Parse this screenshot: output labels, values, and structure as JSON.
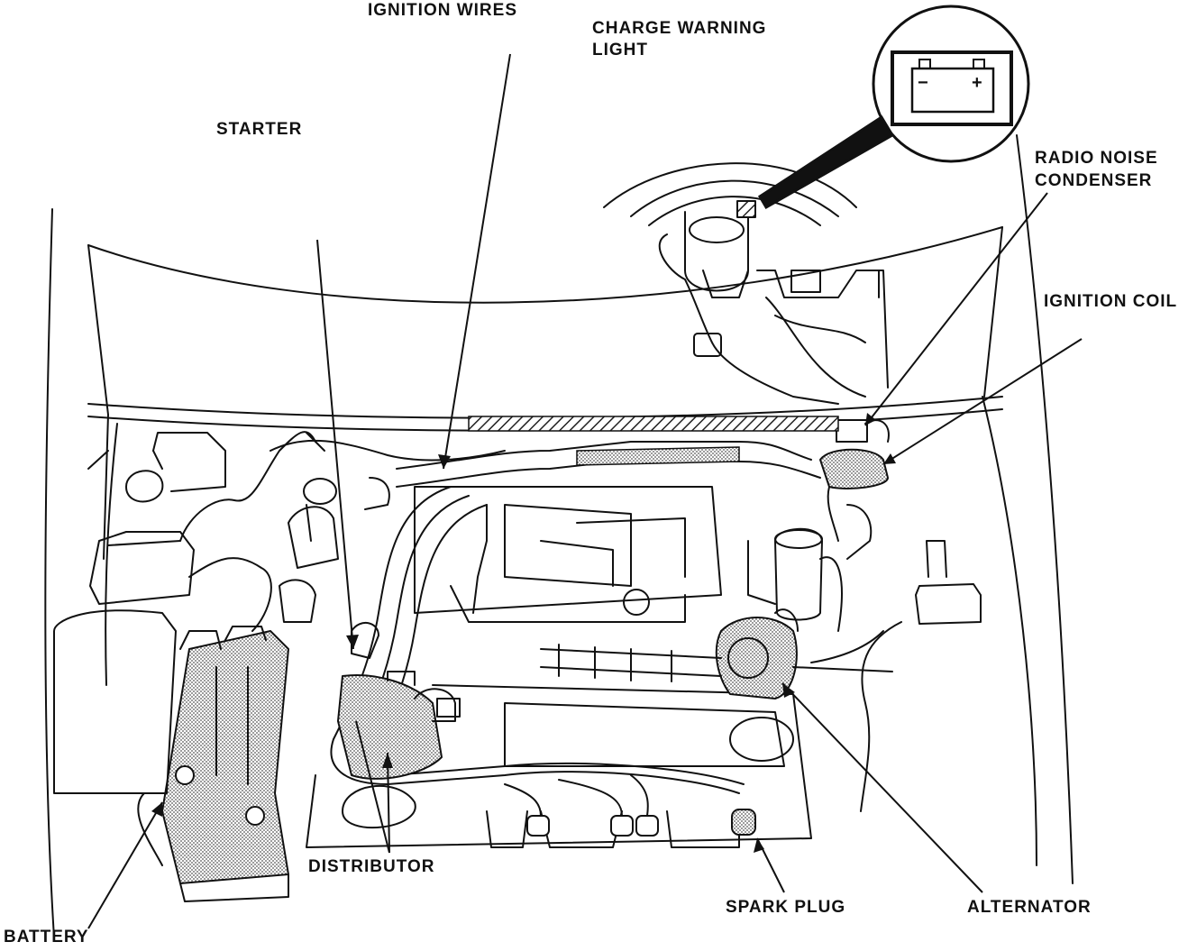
{
  "labels": {
    "ignition_wires": "IGNITION WIRES",
    "charge_warning_light_line1": "CHARGE WARNING",
    "charge_warning_light_line2": "LIGHT",
    "starter": "STARTER",
    "radio_noise_condenser_line1": "RADIO NOISE",
    "radio_noise_condenser_line2": "CONDENSER",
    "ignition_coil": "IGNITION COIL",
    "distributor": "DISTRIBUTOR",
    "spark_plug": "SPARK PLUG",
    "alternator": "ALTERNATOR",
    "battery": "BATTERY"
  },
  "battery_symbol": {
    "minus": "−",
    "plus": "+"
  },
  "colors": {
    "ink": "#111111",
    "shading": "#9a9a9a",
    "background": "#ffffff"
  }
}
